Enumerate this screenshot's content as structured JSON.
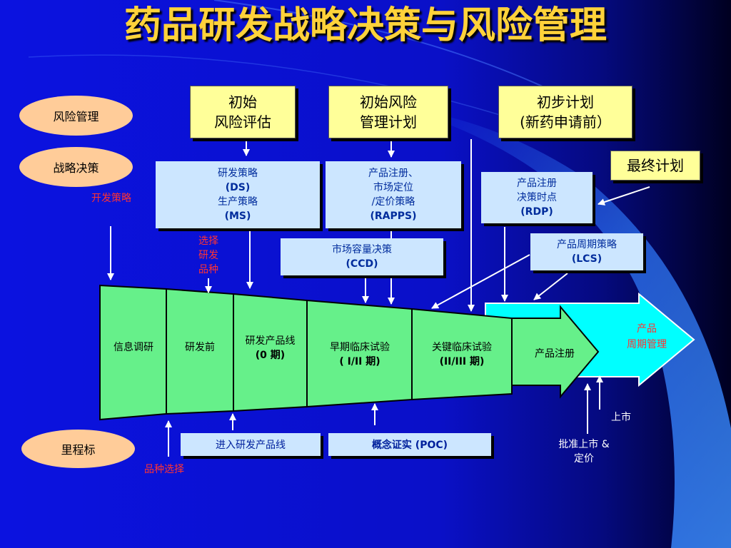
{
  "title": "药品研发战略决策与风险管理",
  "colors": {
    "background": "#0B12E0",
    "title": "#FFD23A",
    "ellipse": "#FFCC99",
    "yellow_box": "#FFFF99",
    "light_box": "#CCE6FF",
    "stage_fill": "#66F08A",
    "lifecycle_fill": "#00FFFF",
    "red_text": "#FF3333"
  },
  "left_labels": {
    "risk": "风险管理",
    "strategy": "战略决策",
    "milestone": "里程标"
  },
  "risk_boxes": {
    "initial_assessment": [
      "初始",
      "风险评估"
    ],
    "initial_plan": [
      "初始风险",
      "管理计划"
    ],
    "preliminary_plan": [
      "初步计划",
      "(新药申请前）"
    ],
    "final_plan": "最终计划"
  },
  "strategy_boxes": {
    "ds_ms": [
      "研发策略",
      "(DS)",
      "生产策略",
      "(MS)"
    ],
    "rapps": [
      "产品注册、",
      "市场定位",
      "/定价策略",
      "(RAPPS)"
    ],
    "rdp": [
      "产品注册",
      "决策时点",
      "(RDP)"
    ],
    "ccd": [
      "市场容量决策",
      "(CCD)"
    ],
    "lcs": [
      "产品周期策略",
      "(LCS)"
    ]
  },
  "annotations": {
    "dev_strategy": "开发策略",
    "select_candidate": [
      "选择",
      "研发",
      "品种"
    ],
    "candidate_selection": "品种选择",
    "launch": "上市",
    "approval_pricing": [
      "批准上市 &",
      "定价"
    ]
  },
  "stages": [
    {
      "label": [
        "信息调研"
      ]
    },
    {
      "label": [
        "研发前"
      ]
    },
    {
      "label": [
        "研发产品线",
        "(0 期)"
      ]
    },
    {
      "label": [
        "早期临床试验",
        "( I/II 期)"
      ]
    },
    {
      "label": [
        "关键临床试验",
        "(II/III 期)"
      ]
    },
    {
      "label": [
        "产品注册"
      ]
    }
  ],
  "lifecycle": [
    "产品",
    "周期管理"
  ],
  "milestones": {
    "enter_pipeline": "进入研发产品线",
    "poc": "概念证实 (POC)"
  }
}
